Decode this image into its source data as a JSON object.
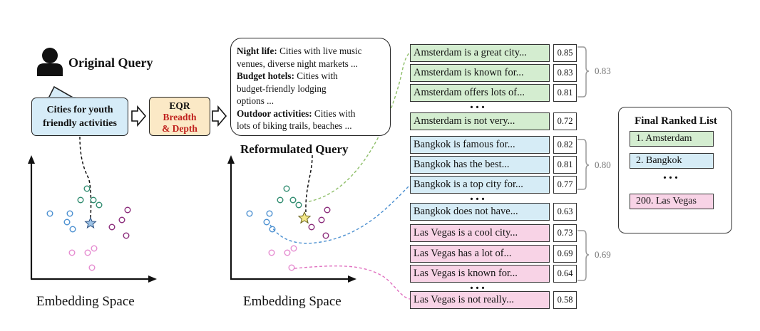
{
  "original_query": {
    "title": "Original Query",
    "text_line1": "Cities for youth",
    "text_line2": "friendly activities"
  },
  "eqr": {
    "line1": "EQR",
    "line2": "Breadth",
    "line3": "& Depth",
    "colors": {
      "box": "#fbe9c6",
      "accent": "#c0221e"
    }
  },
  "reformulated": {
    "title": "Reformulated Query",
    "items": [
      {
        "label": "Night life:",
        "lines": [
          " Cities with live music",
          "venues, diverse night markets ..."
        ]
      },
      {
        "label": "Budget hotels:",
        "lines": [
          " Cities with",
          "budget-friendly lodging",
          "options ..."
        ]
      },
      {
        "label": "Outdoor activities:",
        "lines": [
          " Cities with",
          "lots of biking trails, beaches ..."
        ]
      }
    ]
  },
  "embedding_label": "Embedding Space",
  "ellipsis": "...",
  "groups": [
    {
      "city": "Amsterdam",
      "fill": "#d4edd0",
      "avg": "0.83",
      "docs": [
        {
          "text": "Amsterdam is a great city...",
          "score": "0.85"
        },
        {
          "text": "Amsterdam is known for...",
          "score": "0.83"
        },
        {
          "text": "Amsterdam offers lots of...",
          "score": "0.81"
        },
        {
          "text": "Amsterdam is not very...",
          "score": "0.72"
        }
      ]
    },
    {
      "city": "Bangkok",
      "fill": "#d6ecf6",
      "avg": "0.80",
      "docs": [
        {
          "text": "Bangkok is famous for...",
          "score": "0.82"
        },
        {
          "text": "Bangkok has the best...",
          "score": "0.81"
        },
        {
          "text": "Bangkok is a top city for...",
          "score": "0.77"
        },
        {
          "text": "Bangkok does not have...",
          "score": "0.63"
        }
      ]
    },
    {
      "city": "Las Vegas",
      "fill": "#f8d3e6",
      "avg": "0.69",
      "docs": [
        {
          "text": "Las Vegas is a cool city...",
          "score": "0.73"
        },
        {
          "text": "Las Vegas has a lot of...",
          "score": "0.69"
        },
        {
          "text": "Las Vegas is known for...",
          "score": "0.64"
        },
        {
          "text": "Las Vegas is not really...",
          "score": "0.58"
        }
      ]
    }
  ],
  "final_list": {
    "title": "Final Ranked List",
    "items": [
      "1. Amsterdam",
      "2. Bangkok",
      "200. Las Vegas"
    ],
    "ellipsis": "..."
  },
  "colors": {
    "green_dot": "#2e8b6e",
    "blue_dot": "#4a8fd0",
    "purple_dot": "#8a2a7a",
    "pink_dot": "#e58ad0",
    "query_star": "#9ec3e6",
    "reformulated_star": "#f3e88a",
    "green_link": "#8fbf6a",
    "blue_link": "#4a8fd0",
    "pink_link": "#e070c0"
  }
}
